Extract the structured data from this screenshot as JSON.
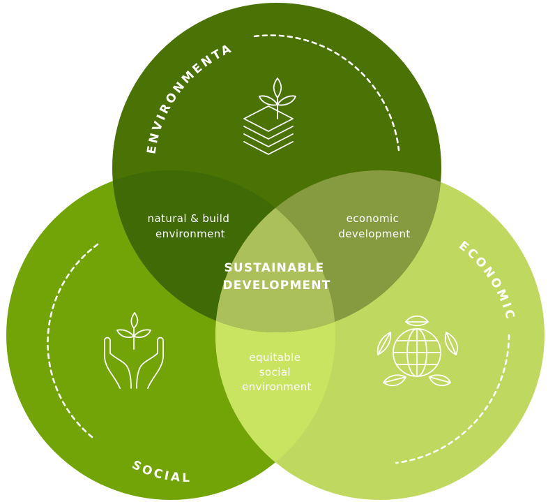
{
  "circles": {
    "environmental": {
      "title": "ENVIRONMENTAL",
      "color": "#4a7205",
      "icon": "plant-layers-icon"
    },
    "social": {
      "title": "SOCIAL",
      "color": "#72a408",
      "icon": "hands-plant-icon"
    },
    "economic": {
      "title": "ECONOMIC",
      "color": "#bfd85f",
      "icon": "globe-leaves-icon"
    }
  },
  "overlaps": {
    "environmental_social": [
      "natural & build",
      "environment"
    ],
    "environmental_economic": [
      "economic",
      "development"
    ],
    "social_economic": [
      "equitable",
      "social",
      "environment"
    ]
  },
  "center": [
    "SUSTAINABLE",
    "DEVELOPMENT"
  ],
  "colors": {
    "env_social": "#3f6a06",
    "env_econ": "#869a40",
    "social_econ": "#c9e460",
    "center": "#abc05a"
  }
}
